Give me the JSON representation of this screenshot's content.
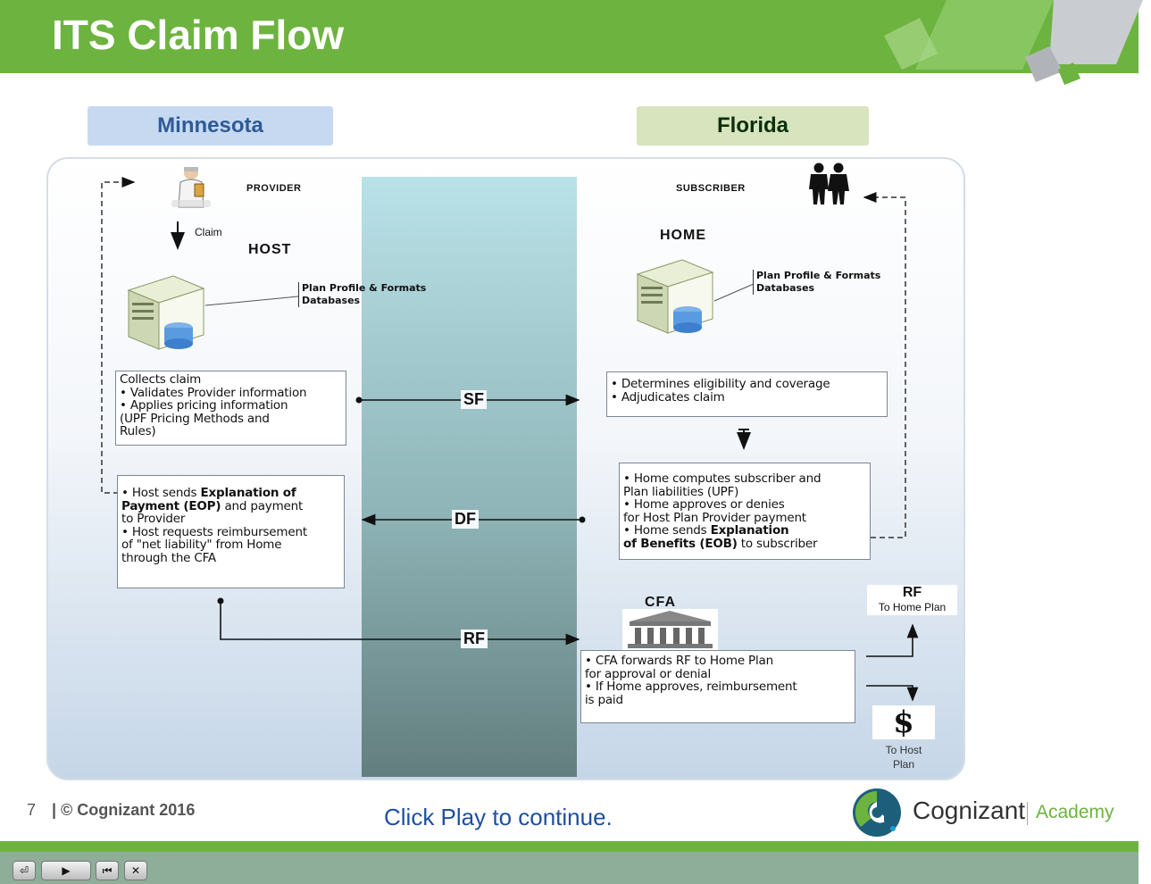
{
  "slide": {
    "title": "ITS Claim Flow",
    "state_left": "Minnesota",
    "state_right": "Florida"
  },
  "diagram": {
    "provider_label": "PROVIDER",
    "subscriber_label": "SUBSCRIBER",
    "claim_label": "Claim",
    "host_label": "HOST",
    "home_label": "HOME",
    "host_db_label": "Plan Profile & Formats\nDatabases",
    "home_db_label": "Plan Profile & Formats\nDatabases",
    "host_collect_box": "Collects claim\n • Validates Provider information\n • Applies pricing information\n    (UPF Pricing Methods and\nRules)",
    "home_determine_box": "• Determines eligibility and coverage\n• Adjudicates claim",
    "home_compute_box_parts": [
      "• Home computes subscriber and\n  Plan liabilities (UPF)\n• Home approves or denies\n  for Host Plan Provider payment\n• Home sends ",
      "Explanation\nof Benefits (EOB)",
      " to subscriber"
    ],
    "host_eop_box_parts": [
      "• Host sends ",
      "Explanation of\nPayment (EOP)",
      " and payment\nto Provider\n• Host requests reimbursement\nof \"net liability\" from Home\nthrough the CFA"
    ],
    "cfa_label": "CFA",
    "cfa_box": "• CFA forwards RF to Home Plan\n  for approval or denial\n• If Home approves, reimbursement\n  is paid",
    "flow_sf": "SF",
    "flow_df": "DF",
    "flow_rf": "RF",
    "rf_box_title": "RF",
    "rf_box_sub": "To Home Plan",
    "dollar_symbol": "$",
    "to_host_plan": "To Host\nPlan"
  },
  "footer": {
    "page_number": "7",
    "copyright": "| © Cognizant 2016",
    "prompt": "Click Play to continue.",
    "logo_name": "Cognizant",
    "logo_sub": "Academy"
  },
  "toolbar": {
    "buttons": [
      {
        "name": "exit-icon",
        "glyph": "⏎"
      },
      {
        "name": "play-icon",
        "glyph": "▶"
      },
      {
        "name": "rewind-icon",
        "glyph": "⏮"
      },
      {
        "name": "close-icon",
        "glyph": "✕"
      }
    ]
  },
  "colors": {
    "brand_green": "#6db33f",
    "state_left_bg": "#c6d9f1",
    "state_right_bg": "#d7e4bd",
    "prompt_blue": "#1f4fa0"
  }
}
